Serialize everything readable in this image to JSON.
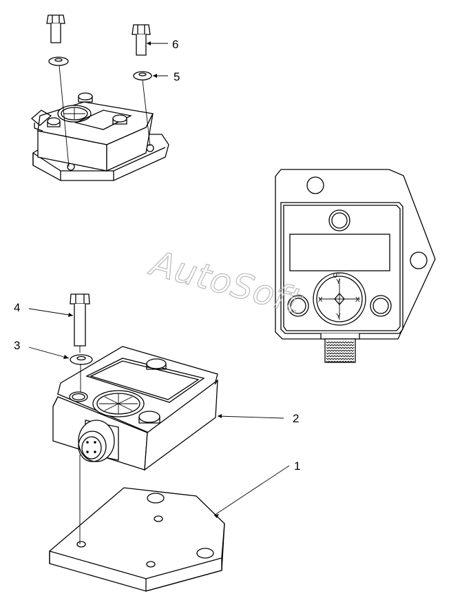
{
  "watermark": "AutoSoft",
  "callouts": [
    {
      "id": "1",
      "label": "1"
    },
    {
      "id": "2",
      "label": "2"
    },
    {
      "id": "3",
      "label": "3"
    },
    {
      "id": "4",
      "label": "4"
    },
    {
      "id": "5",
      "label": "5"
    },
    {
      "id": "6",
      "label": "6"
    }
  ],
  "compass": {
    "x_left": "X",
    "x_right": "X",
    "y_top": "Y",
    "y_bottom": "Y",
    "zero": "0°"
  },
  "connector_pins": [
    "1",
    "2",
    "3",
    "4"
  ]
}
